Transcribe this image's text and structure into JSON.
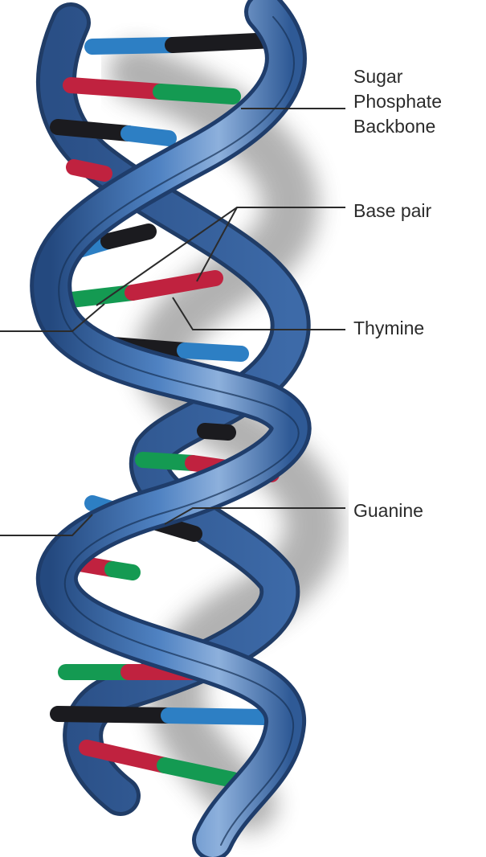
{
  "labels": {
    "sugar_phosphate_backbone": [
      "Sugar",
      "Phosphate",
      "Backbone"
    ],
    "base_pair": "Base pair",
    "thymine": "Thymine",
    "guanine": "Guanine"
  },
  "colors": {
    "backbone": "#3f6fae",
    "backbone_light": "#8fb0da",
    "backbone_dark": "#233f6b",
    "base_black": "#1b1b1f",
    "base_blue": "#2d7fc4",
    "base_red": "#c0223f",
    "base_green": "#149a52",
    "leader_line": "#2b2b2b"
  },
  "icons": [
    "dna-double-helix"
  ]
}
